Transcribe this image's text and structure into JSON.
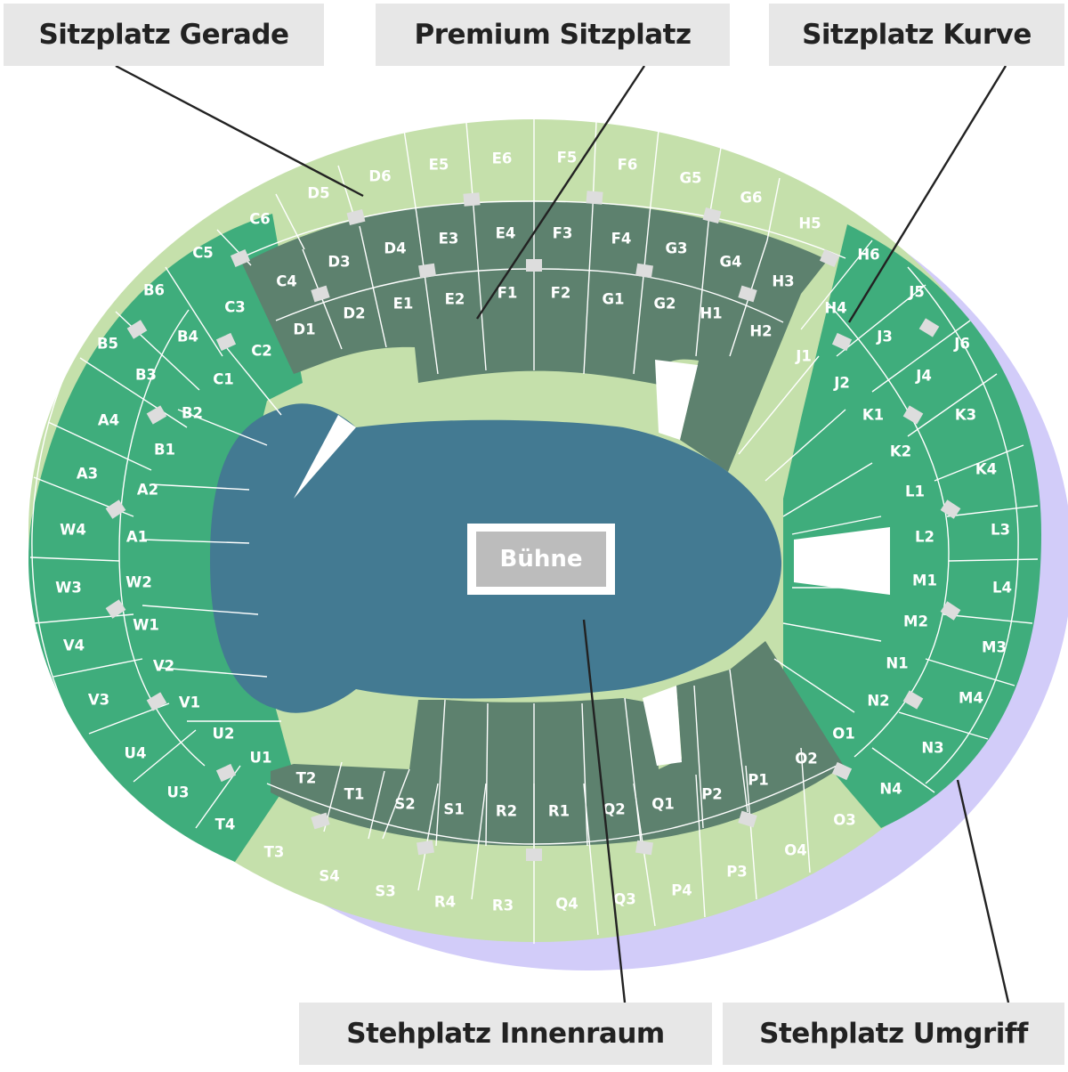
{
  "callouts": {
    "sitzplatz_gerade": "Sitzplatz Gerade",
    "premium_sitzplatz": "Premium Sitzplatz",
    "sitzplatz_kurve": "Sitzplatz Kurve",
    "stehplatz_innenraum": "Stehplatz Innenraum",
    "stehplatz_umgriff": "Stehplatz Umgriff"
  },
  "stage_label": "Bühne",
  "colors": {
    "sitzplatz_gerade": "#c5e0ab",
    "premium_sitzplatz": "#5d816e",
    "sitzplatz_kurve": "#3fad7c",
    "stehplatz_innenraum": "#437a92",
    "stehplatz_umgriff": "#d2ccf9",
    "stage": "#bcbcbc",
    "callout_bg": "#e7e7e7",
    "block_text": "#ffffff",
    "divider": "#ffffff",
    "line": "#222222",
    "entrance": "#dddddd"
  },
  "premium_inner_blocks": [
    "D1",
    "D2",
    "E1",
    "E2",
    "F1",
    "F2",
    "G1",
    "G2",
    "H1",
    "H2",
    "O2",
    "P1",
    "P2",
    "Q1",
    "Q2",
    "R1",
    "R2",
    "S1",
    "S2",
    "T1",
    "T2"
  ],
  "premium_outer_blocks": [
    "C4",
    "D3",
    "D4",
    "E3",
    "E4",
    "F3",
    "F4",
    "G3",
    "G4",
    "H3"
  ],
  "gerade_top_blocks": [
    "C5",
    "C6",
    "D5",
    "D6",
    "E5",
    "E6",
    "F5",
    "F6",
    "G5",
    "G6",
    "H5"
  ],
  "gerade_top_inner_blocks": [
    "C3",
    "C2"
  ],
  "gerade_bottom_blocks": [
    "T3",
    "S4",
    "S3",
    "R4",
    "R3",
    "Q4",
    "Q3",
    "P4",
    "P3",
    "O4",
    "O3"
  ],
  "kurve_left_inner_blocks": [
    "C1",
    "B2",
    "B1",
    "A2",
    "A1",
    "W2",
    "W1",
    "V2",
    "V1",
    "U2",
    "U1"
  ],
  "kurve_left_outer_blocks": [
    "B6",
    "B5",
    "B4",
    "B3",
    "A4",
    "A3",
    "W4",
    "W3",
    "V4",
    "V3",
    "U4",
    "U3",
    "T4"
  ],
  "kurve_right_inner_blocks": [
    "J1",
    "J2",
    "K1",
    "K2",
    "L1",
    "L2",
    "M1",
    "M2",
    "N1",
    "N2",
    "O1"
  ],
  "kurve_right_outer_blocks": [
    "H6",
    "H4",
    "J5",
    "J3",
    "J6",
    "J4",
    "K3",
    "K4",
    "L3",
    "L4",
    "M3",
    "M4",
    "N3",
    "N4"
  ]
}
